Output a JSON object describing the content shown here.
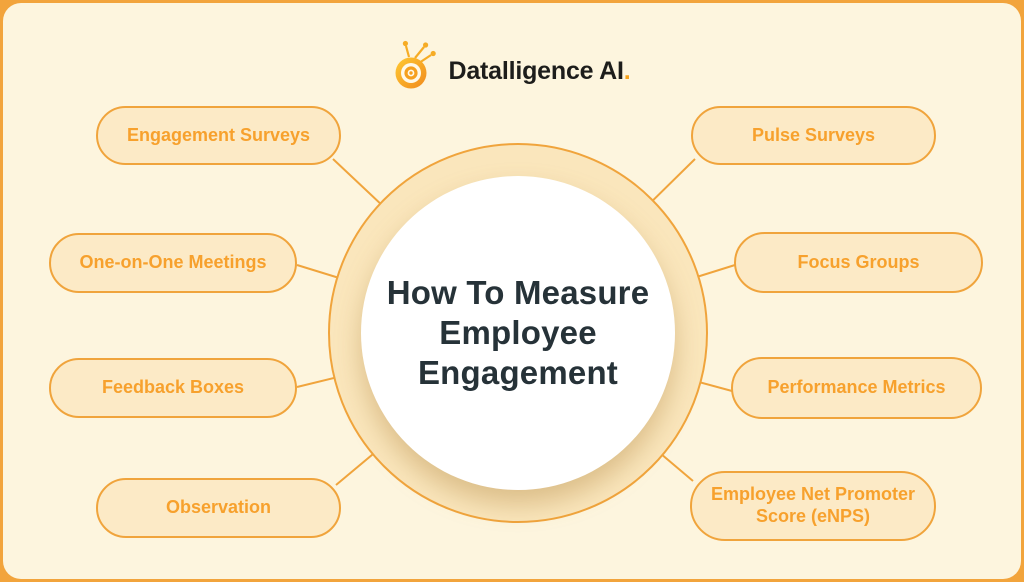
{
  "logo": {
    "brand": "Datalligence AI",
    "period": ".",
    "icon": "bullseye-circuit"
  },
  "center": {
    "title": "How To Measure Employee Engagement",
    "line1": "How To Measure",
    "line2": "Employee",
    "line3": "Engagement"
  },
  "nodes": {
    "left": [
      {
        "label": "Engagement Surveys"
      },
      {
        "label": "One-on-One Meetings"
      },
      {
        "label": "Feedback Boxes"
      },
      {
        "label": "Observation"
      }
    ],
    "right": [
      {
        "label": "Pulse Surveys"
      },
      {
        "label": "Focus Groups"
      },
      {
        "label": "Performance Metrics"
      },
      {
        "label": "Employee Net Promoter Score (eNPS)"
      }
    ]
  },
  "colors": {
    "frame": "#F2A43C",
    "background": "#FDF5DE",
    "stroke": "#F0A43C",
    "pill_fill": "#FCEAC6",
    "ring_fill": "#FAE6BC",
    "pill_text": "#F7A12D",
    "title_text": "#263238",
    "logo_text": "#1D1D1B",
    "logo_accent": "#F6A21C"
  }
}
